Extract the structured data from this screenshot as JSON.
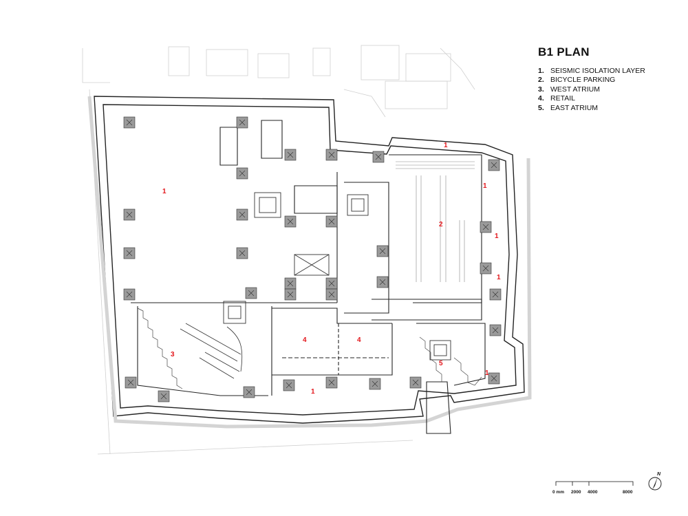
{
  "title": "B1 PLAN",
  "legend": [
    {
      "num": "1.",
      "label": "SEISMIC ISOLATION LAYER"
    },
    {
      "num": "2.",
      "label": "BICYCLE PARKING"
    },
    {
      "num": "3.",
      "label": "WEST ATRIUM"
    },
    {
      "num": "4.",
      "label": "RETAIL"
    },
    {
      "num": "5.",
      "label": "EAST ATRIUM"
    }
  ],
  "room_labels": [
    "1",
    "1",
    "1",
    "1",
    "1",
    "1",
    "1",
    "2",
    "3",
    "4",
    "4",
    "5"
  ],
  "scale_bar": {
    "ticks": [
      "0 mm",
      "2000",
      "4000",
      "8000"
    ]
  },
  "north_arrow": {
    "label": "N"
  },
  "colors": {
    "room_label": "#e3161b",
    "line": "#222222",
    "ghost": "#c8c8c8",
    "column": "#9a9a9a"
  }
}
